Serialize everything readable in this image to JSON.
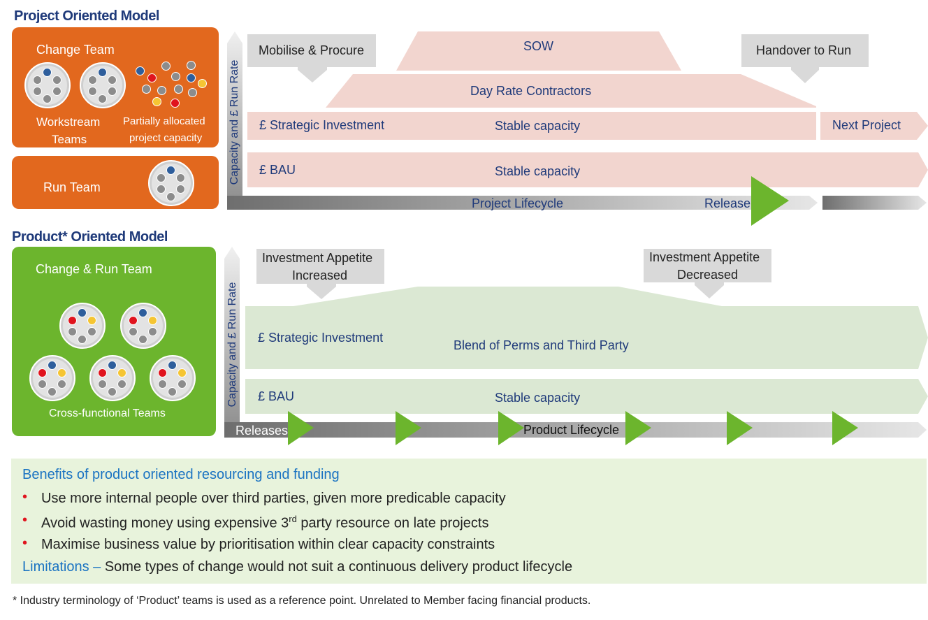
{
  "project_model": {
    "title": "Project Oriented Model",
    "change_team_label": "Change Team",
    "workstream_label_1": "Workstream",
    "workstream_label_2": "Teams",
    "partial_label_1": "Partially allocated",
    "partial_label_2": "project capacity",
    "run_team_label": "Run Team",
    "axis_label": "Capacity and £ Run Rate",
    "mobilise": "Mobilise & Procure",
    "sow": "SOW",
    "handover": "Handover to Run",
    "day_rate": "Day Rate Contractors",
    "strategic": "£ Strategic Investment",
    "stable_1": "Stable capacity",
    "next_project": "Next Project",
    "bau": "£ BAU",
    "stable_2": "Stable capacity",
    "lifecycle": "Project Lifecycle",
    "release": "Release"
  },
  "product_model": {
    "title": "Product* Oriented Model",
    "team_label": "Change & Run Team",
    "cross_label": "Cross-functional Teams",
    "axis_label": "Capacity and £ Run Rate",
    "appetite_up_1": "Investment Appetite",
    "appetite_up_2": "Increased",
    "appetite_down_1": "Investment Appetite",
    "appetite_down_2": "Decreased",
    "strategic": "£ Strategic Investment",
    "blend": "Blend of Perms and Third Party",
    "bau": "£ BAU",
    "stable": "Stable capacity",
    "releases": "Releases",
    "lifecycle": "Product Lifecycle"
  },
  "benefits": {
    "heading": "Benefits of product oriented resourcing and funding",
    "bullet_1": "Use more internal people over third parties, given more predicable capacity",
    "bullet_2_pre": "Avoid wasting money using expensive 3",
    "bullet_2_sup": "rd",
    "bullet_2_post": " party resource on late projects",
    "bullet_3": "Maximise business value by prioritisation within clear capacity constraints",
    "limitations_label": "Limitations –",
    "limitations_text": " Some types of change would not suit a continuous delivery product lifecycle"
  },
  "footnote": "*  Industry terminology of ‘Product’ teams is used as a reference point. Unrelated to Member facing financial products.",
  "colors": {
    "orange": "#e2681e",
    "green": "#6cb52d",
    "pink_band": "#f2d5cf",
    "green_band": "#dbe8d3",
    "navy": "#1f3a7a",
    "benefit_blue": "#1a73c2",
    "benefit_bg": "#e8f3dc",
    "bullet_red": "#e0141e"
  }
}
